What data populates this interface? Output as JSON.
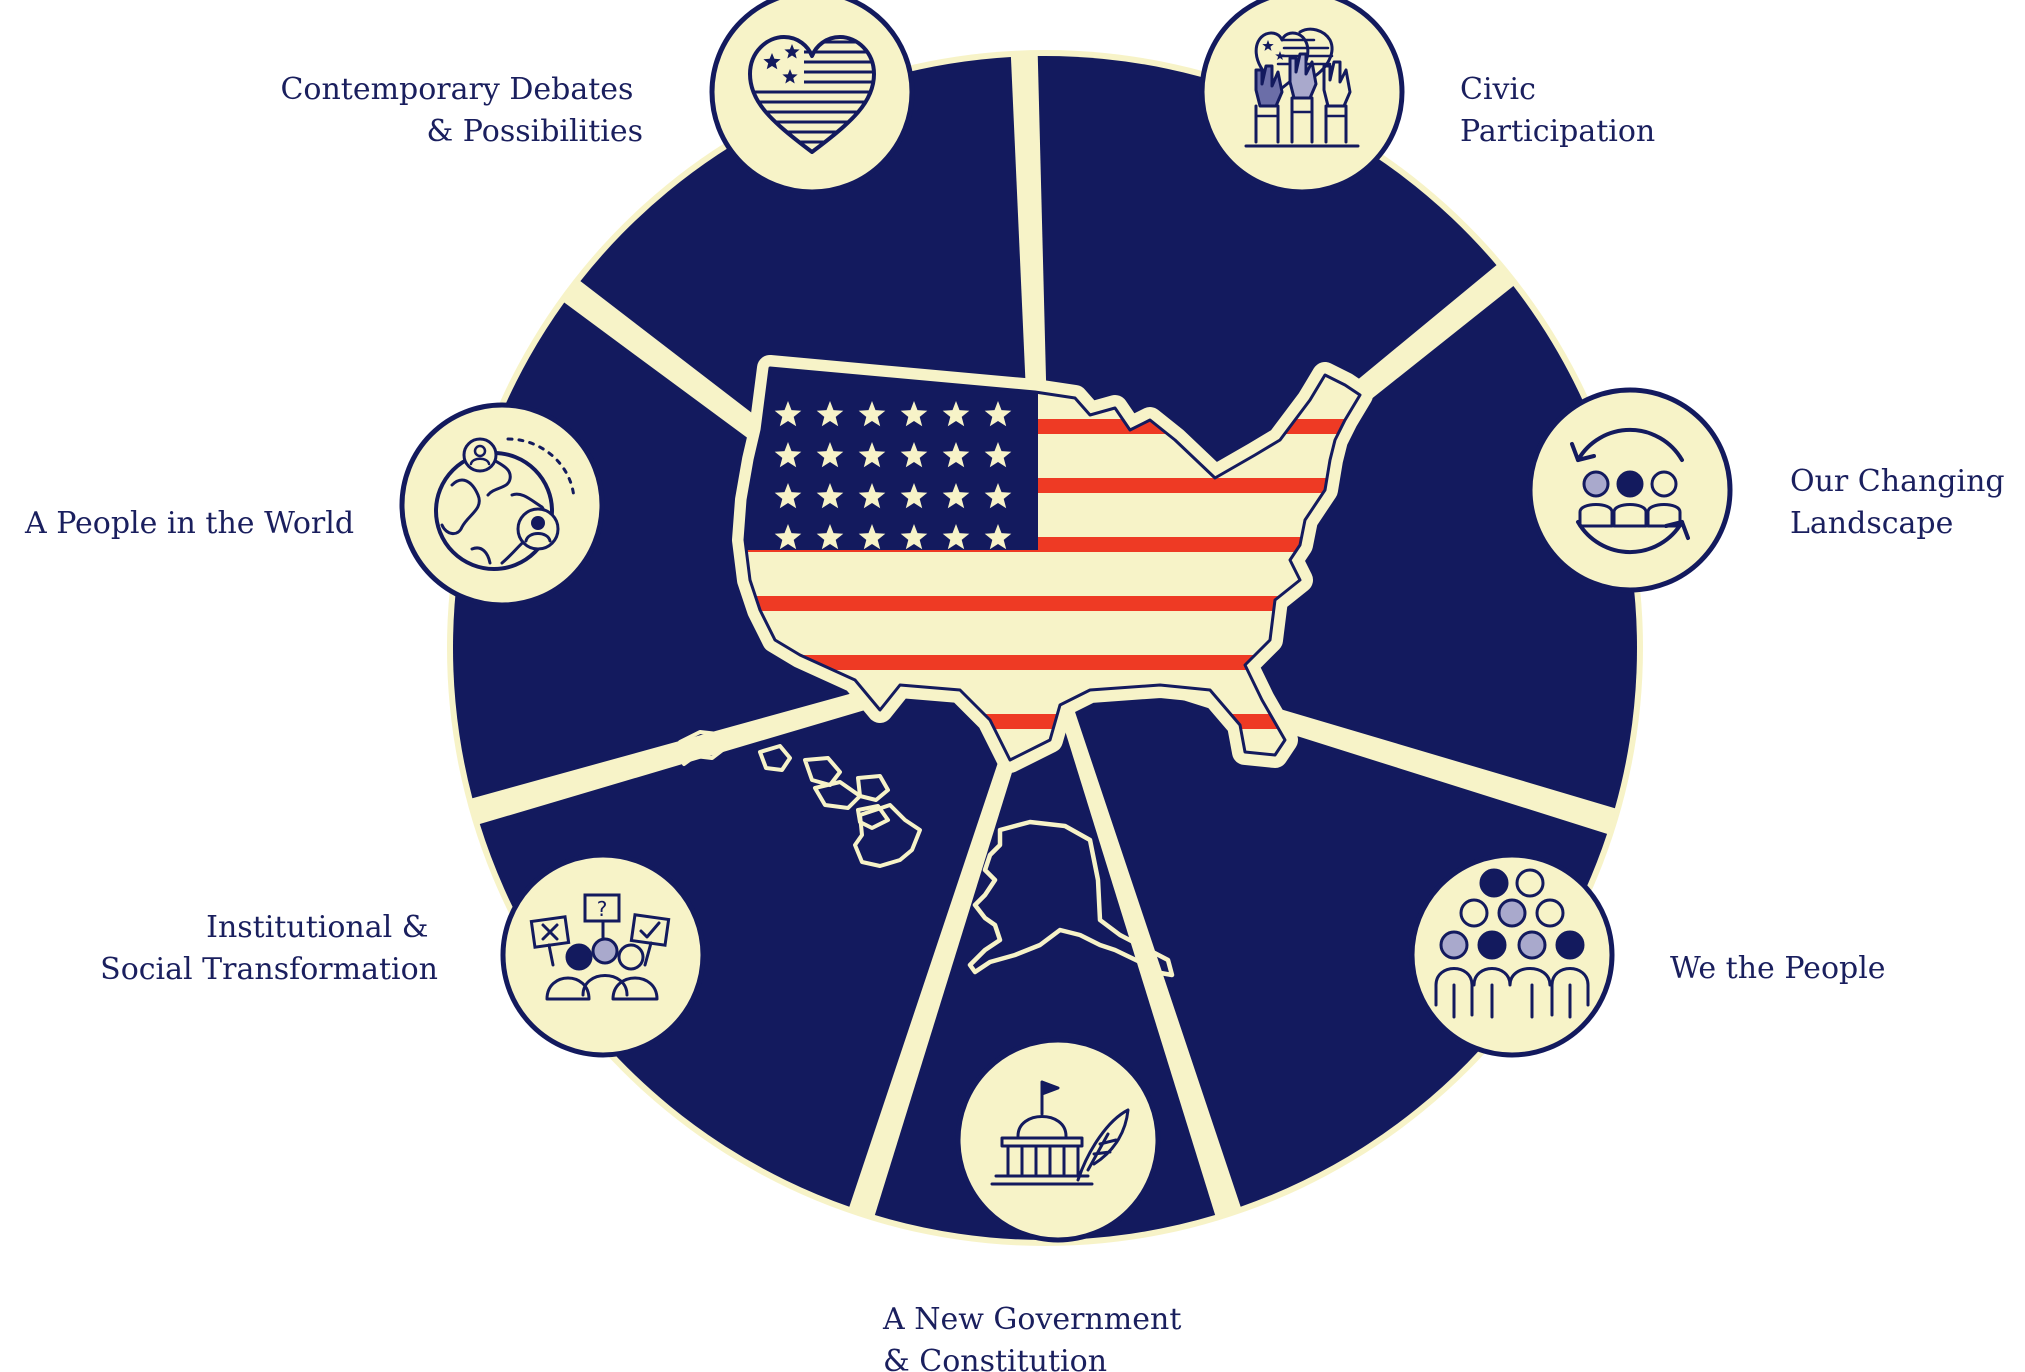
{
  "colors": {
    "navy": "#131a5e",
    "cream": "#f7f3c8",
    "red": "#ee3a24",
    "lavender": "#a9a9cc"
  },
  "themes": [
    {
      "label_lines": [
        "Contemporary Debates",
        "& Possibilities"
      ],
      "icon": "heart-flag-icon"
    },
    {
      "label_lines": [
        "Civic",
        "Participation"
      ],
      "icon": "raised-hands-icon"
    },
    {
      "label_lines": [
        "Our Changing",
        "Landscape"
      ],
      "icon": "rotating-people-icon"
    },
    {
      "label_lines": [
        "We the People"
      ],
      "icon": "crowd-icon"
    },
    {
      "label_lines": [
        "A New Government",
        "& Constitution"
      ],
      "icon": "capitol-quill-icon"
    },
    {
      "label_lines": [
        "Institutional &",
        "Social Transformation"
      ],
      "icon": "protest-signs-icon"
    },
    {
      "label_lines": [
        "A People in the World"
      ],
      "icon": "globe-people-icon"
    }
  ],
  "center": {
    "icon": "us-flag-map-icon"
  }
}
